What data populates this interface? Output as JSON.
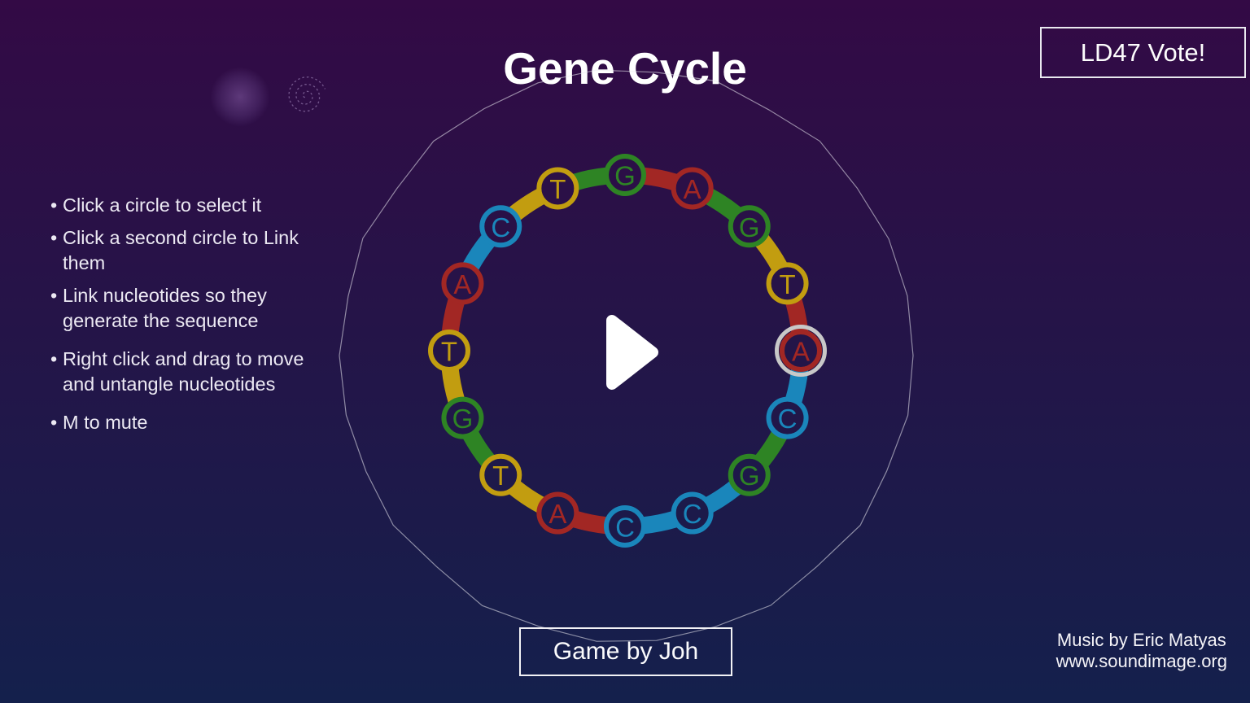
{
  "title": "Gene Cycle",
  "vote_button": {
    "label": "LD47 Vote!"
  },
  "bullet_char": "•",
  "instructions": [
    {
      "text": "Click a circle to select it"
    },
    {
      "text": "Click a second circle to Link them"
    },
    {
      "text": "Link nucleotides so they generate the sequence"
    },
    {
      "text": "Right click and drag to move and untangle nucleotides"
    },
    {
      "text": "M to mute"
    }
  ],
  "nucleotide_ring": {
    "sequence_clockwise_from_top": [
      {
        "letter": "G",
        "color": "green",
        "selected": false
      },
      {
        "letter": "A",
        "color": "red",
        "selected": false
      },
      {
        "letter": "G",
        "color": "green",
        "selected": false
      },
      {
        "letter": "T",
        "color": "yellow",
        "selected": false
      },
      {
        "letter": "A",
        "color": "red",
        "selected": true
      },
      {
        "letter": "C",
        "color": "blue",
        "selected": false
      },
      {
        "letter": "G",
        "color": "green",
        "selected": false
      },
      {
        "letter": "C",
        "color": "blue",
        "selected": false
      },
      {
        "letter": "C",
        "color": "blue",
        "selected": false
      },
      {
        "letter": "A",
        "color": "red",
        "selected": false
      },
      {
        "letter": "T",
        "color": "yellow",
        "selected": false
      },
      {
        "letter": "G",
        "color": "green",
        "selected": false
      },
      {
        "letter": "T",
        "color": "yellow",
        "selected": false
      },
      {
        "letter": "A",
        "color": "red",
        "selected": false
      },
      {
        "letter": "C",
        "color": "blue",
        "selected": false
      },
      {
        "letter": "T",
        "color": "yellow",
        "selected": false
      }
    ],
    "palette": {
      "green": "#2e8424",
      "red": "#a22724",
      "blue": "#1a86bb",
      "yellow": "#c29d10",
      "selected_ring": "#c8c8c8"
    }
  },
  "play_button": {
    "icon": "play-icon"
  },
  "credits": {
    "game": "Game by Joh",
    "music_line1": "Music by Eric Matyas",
    "music_line2": "www.soundimage.org"
  },
  "background": {
    "top": "#330a45",
    "bottom": "#14204c"
  }
}
